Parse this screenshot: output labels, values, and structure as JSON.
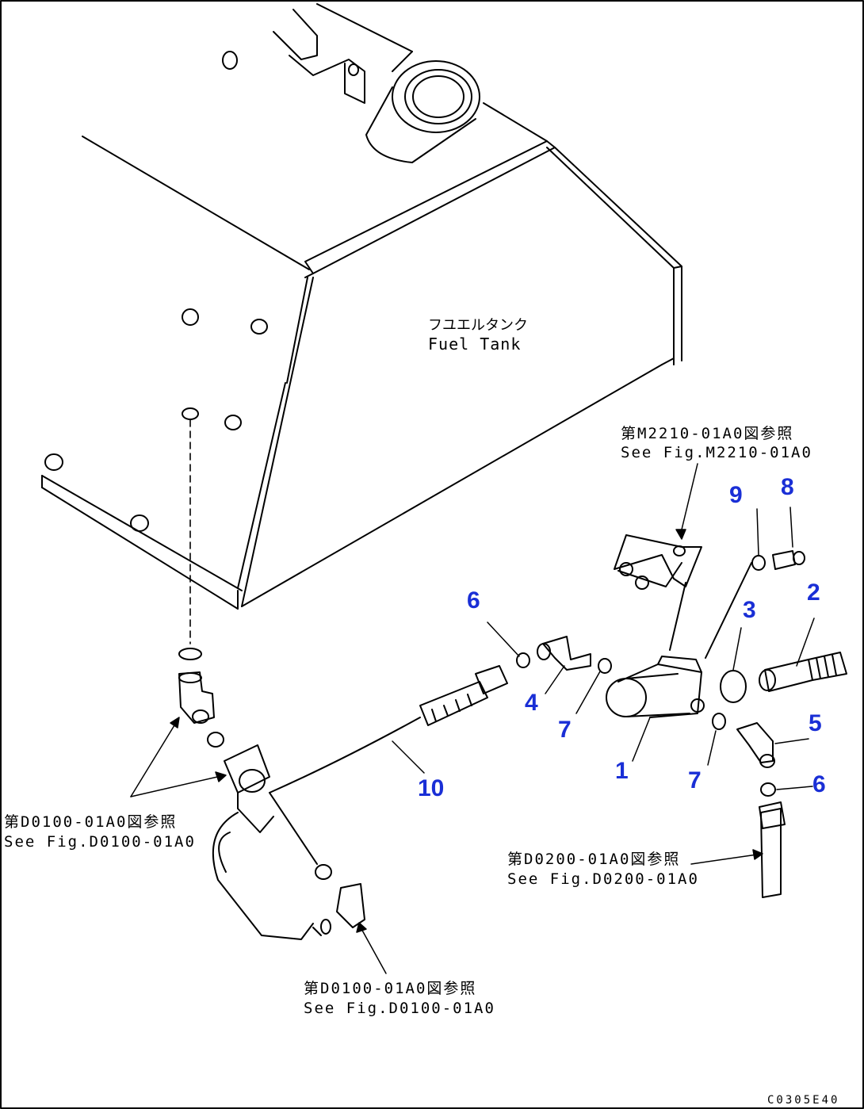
{
  "diagram": {
    "colors": {
      "line": "#000000",
      "callout": "#1a2fd6",
      "background": "#ffffff"
    },
    "tank_label": {
      "jp": "フユエルタンク",
      "en": "Fuel Tank"
    },
    "references": [
      {
        "jp": "第M2210-01A0図参照",
        "en": "See Fig.M2210-01A0"
      },
      {
        "jp": "第D0100-01A0図参照",
        "en": "See Fig.D0100-01A0"
      },
      {
        "jp": "第D0200-01A0図参照",
        "en": "See Fig.D0200-01A0"
      },
      {
        "jp": "第D0100-01A0図参照",
        "en": "See Fig.D0100-01A0"
      }
    ],
    "callouts": [
      "1",
      "2",
      "3",
      "4",
      "5",
      "6",
      "6",
      "7",
      "7",
      "8",
      "9",
      "10"
    ],
    "figure_code": "C0305E40"
  }
}
